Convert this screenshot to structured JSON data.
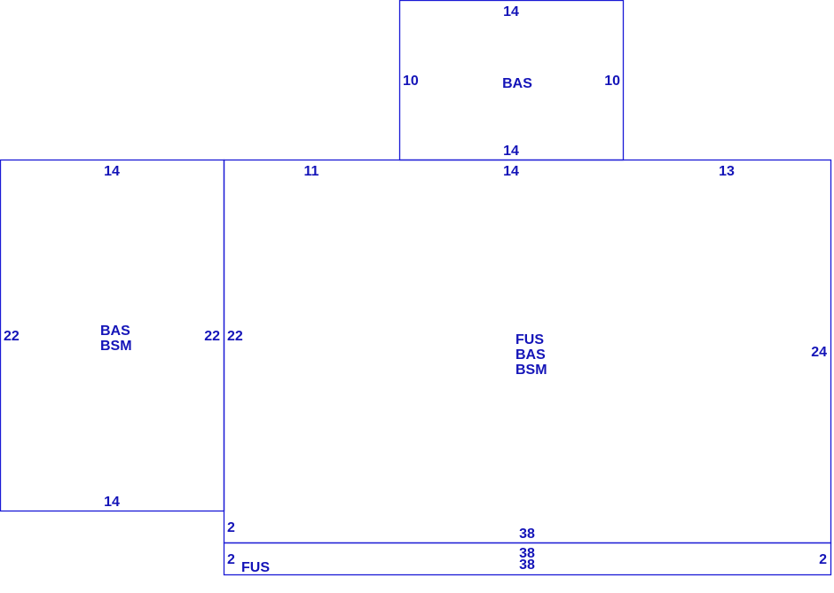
{
  "colors": {
    "line": "#1a1ad6",
    "text": "#1414b8",
    "background": "#ffffff"
  },
  "sections": {
    "top_bas": {
      "labels": [
        "BAS"
      ],
      "dims": {
        "top": "14",
        "bottom": "14",
        "left": "10",
        "right": "10"
      }
    },
    "left_bas_bsm": {
      "labels": [
        "BAS",
        "BSM"
      ],
      "dims": {
        "top": "14",
        "bottom": "14",
        "left": "22",
        "right": "22"
      }
    },
    "main_fus_bas_bsm": {
      "labels": [
        "FUS",
        "BAS",
        "BSM"
      ],
      "dims": {
        "top_left": "11",
        "top_mid": "14",
        "top_right": "13",
        "left": "22",
        "right": "24",
        "bottom": "38",
        "left_lower": "2"
      }
    },
    "bottom_fus": {
      "labels": [
        "FUS"
      ],
      "dims": {
        "top": "38",
        "bottom": "38",
        "left": "2",
        "right": "2"
      }
    }
  }
}
